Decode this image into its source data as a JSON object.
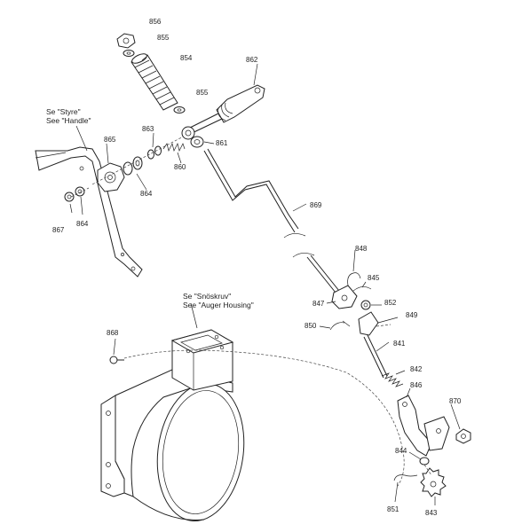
{
  "notes": {
    "handle_line1": "Se \"Styre\"",
    "handle_line2": "See \"Handle\"",
    "auger_line1": "Se \"Snöskruv\"",
    "auger_line2": "See \"Auger Housing\""
  },
  "part_numbers": {
    "p856": "856",
    "p855a": "855",
    "p854": "854",
    "p862": "862",
    "p855b": "855",
    "p863": "863",
    "p865": "865",
    "p861": "861",
    "p860": "860",
    "p864a": "864",
    "p867": "867",
    "p864b": "864",
    "p869": "869",
    "p848": "848",
    "p845": "845",
    "p847": "847",
    "p852": "852",
    "p849": "849",
    "p850": "850",
    "p841": "841",
    "p868": "868",
    "p842": "842",
    "p846": "846",
    "p870": "870",
    "p844": "844",
    "p851": "851",
    "p843": "843"
  }
}
